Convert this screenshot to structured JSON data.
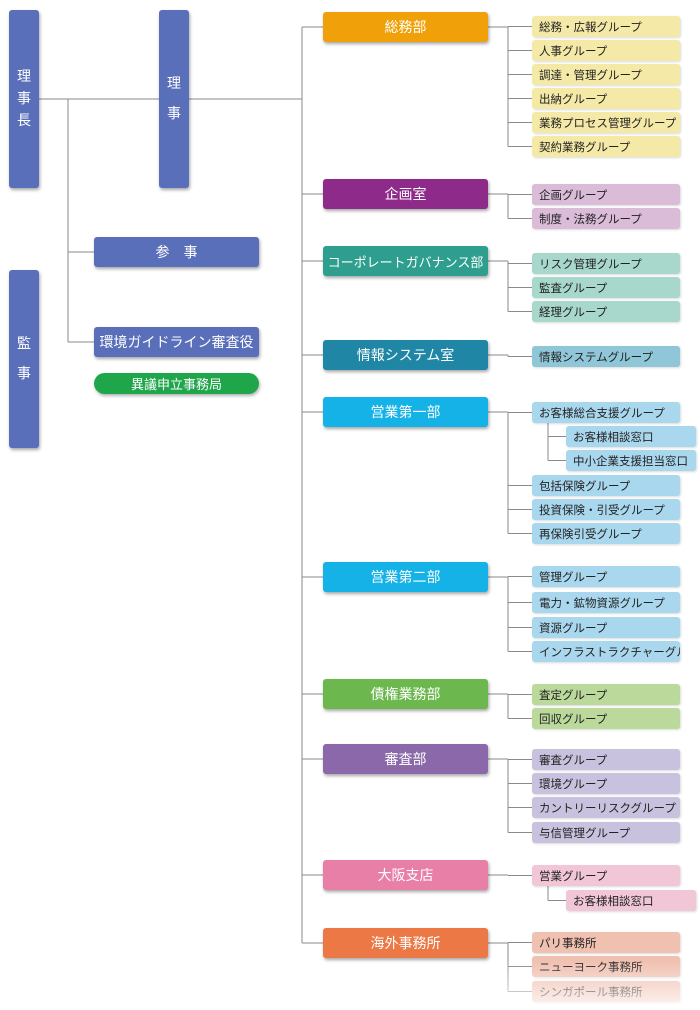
{
  "executives": {
    "chairman": [
      "理",
      "事",
      "長"
    ],
    "director": [
      "理",
      "事"
    ],
    "auditor": [
      "監",
      "事"
    ],
    "counselor": "参　事",
    "env_reviewer": "環境ガイドライン審査役",
    "objection_office": "異議申立事務局"
  },
  "departments": [
    {
      "name": "総務部",
      "color": "#f0a10a",
      "group_color": "#f5e9a8",
      "groups": [
        "総務・広報グループ",
        "人事グループ",
        "調達・管理グループ",
        "出納グループ",
        "業務プロセス管理グループ",
        "契約業務グループ"
      ]
    },
    {
      "name": "企画室",
      "color": "#8e2a8a",
      "group_color": "#dabbd8",
      "groups": [
        "企画グループ",
        "制度・法務グループ"
      ]
    },
    {
      "name": "コーポレートガバナンス部",
      "color": "#2e9e8e",
      "group_color": "#a8d8cc",
      "groups": [
        "リスク管理グループ",
        "監査グループ",
        "経理グループ"
      ]
    },
    {
      "name": "情報システム室",
      "color": "#1f86a6",
      "group_color": "#8fc6d8",
      "groups": [
        "情報システムグループ"
      ]
    },
    {
      "name": "営業第一部",
      "color": "#14b2e6",
      "group_color": "#a9d7ee",
      "groups": [
        "お客様総合支援グループ",
        "お客様相談窓口",
        "中小企業支援担当窓口",
        "包括保険グループ",
        "投資保険・引受グループ",
        "再保険引受グループ"
      ]
    },
    {
      "name": "営業第二部",
      "color": "#14b2e6",
      "group_color": "#a9d7ee",
      "groups": [
        "管理グループ",
        "電力・鉱物資源グループ",
        "資源グループ",
        "インフラストラクチャーグループ"
      ]
    },
    {
      "name": "債権業務部",
      "color": "#6cb84e",
      "group_color": "#bcd99c",
      "groups": [
        "査定グループ",
        "回収グループ"
      ]
    },
    {
      "name": "審査部",
      "color": "#8a68aa",
      "group_color": "#c9c2de",
      "groups": [
        "審査グループ",
        "環境グループ",
        "カントリーリスクグループ",
        "与信管理グループ"
      ]
    },
    {
      "name": "大阪支店",
      "color": "#e77fa7",
      "group_color": "#f1c6d6",
      "groups": [
        "営業グループ",
        "お客様相談窓口"
      ]
    },
    {
      "name": "海外事務所",
      "color": "#ec7846",
      "group_color": "#f0c0b0",
      "groups": [
        "パリ事務所",
        "ニューヨーク事務所",
        "シンガポール事務所"
      ]
    }
  ]
}
